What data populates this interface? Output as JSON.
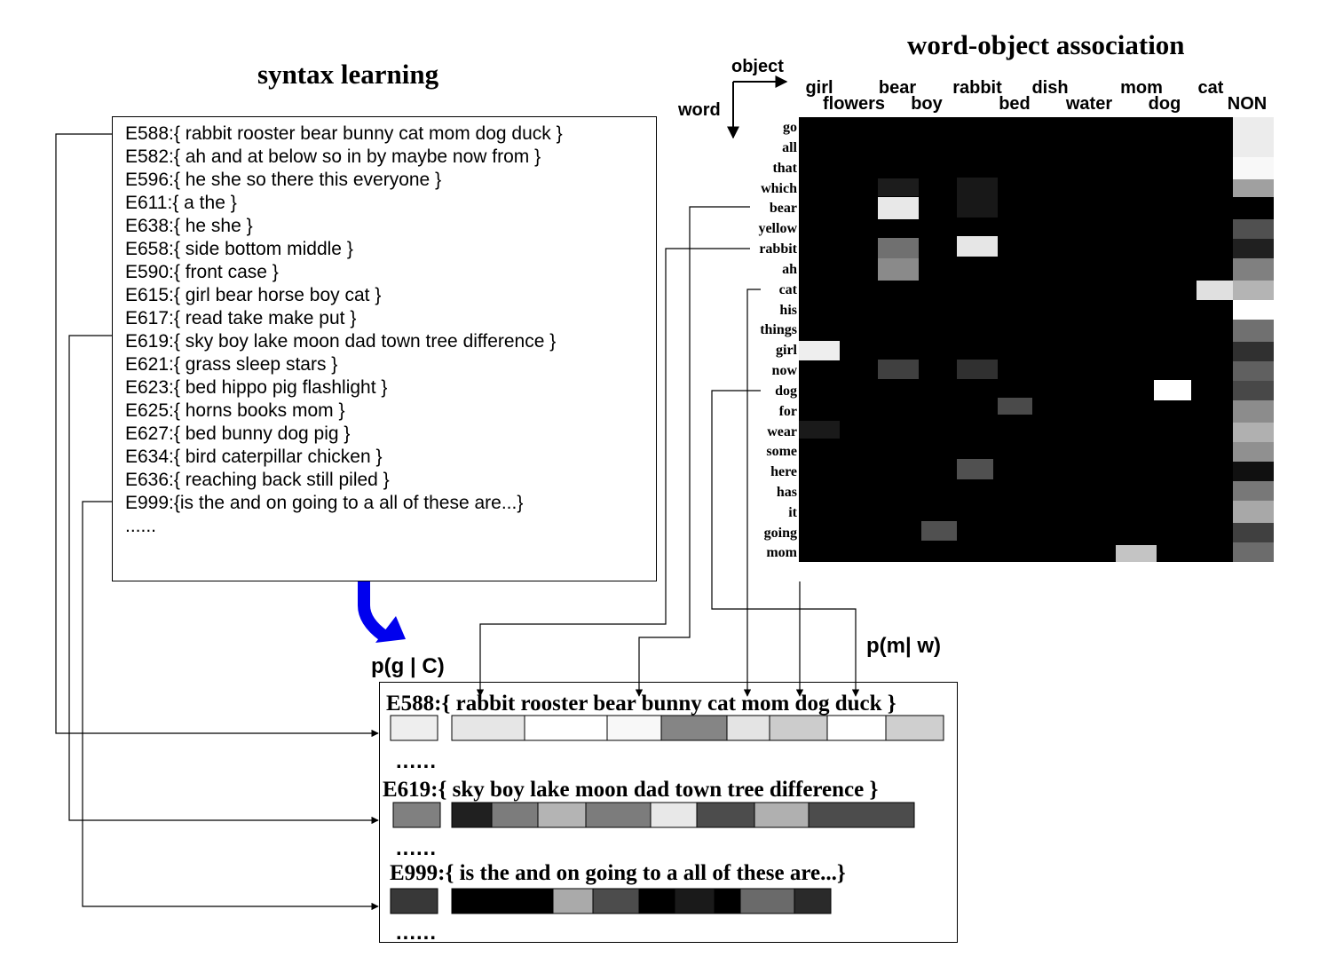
{
  "titles": {
    "syntax": "syntax learning",
    "association": "word-object association"
  },
  "axes": {
    "object": "object",
    "word": "word"
  },
  "clusters": [
    "E588:{ rabbit  rooster  bear  bunny  cat  mom  dog  duck }",
    "E582:{ ah  and  at  below so  in  by  maybe  now  from }",
    "E596:{ he  she  so  there  this  everyone }",
    "E611:{ a  the }",
    "E638:{ he  she }",
    "E658:{ side  bottom  middle }",
    "E590:{ front  case }",
    "E615:{ girl  bear  horse  boy  cat }",
    "E617:{ read  take  make  put }",
    "E619:{ sky  boy  lake  moon  dad  town  tree  difference }",
    "E621:{ grass  sleep  stars }",
    "E623:{ bed  hippo  pig  flashlight }",
    "E625:{ horns  books  mom }",
    "E627:{ bed  bunny  dog  pig }",
    "E634:{ bird  caterpillar  chicken }",
    "E636:{ reaching  back  still  piled }",
    "E999:{is the and on going to a all of these are...}",
    "......"
  ],
  "objects_top": [
    "girl",
    "bear",
    "rabbit",
    "dish",
    "mom",
    "cat"
  ],
  "objects_bottom": [
    "flowers",
    "boy",
    "bed",
    "water",
    "dog",
    "NON"
  ],
  "words": [
    "go",
    "all",
    "that",
    "which",
    "bear",
    "yellow",
    "rabbit",
    "ah",
    "cat",
    "his",
    "things",
    "girl",
    "now",
    "dog",
    "for",
    "wear",
    "some",
    "here",
    "has",
    "it",
    "going",
    "mom"
  ],
  "formulas": {
    "pgc": "p(g | C)",
    "pmw": "p(m| w)"
  },
  "results": {
    "r1": "E588:{ rabbit  rooster  bear  bunny  cat  mom  dog  duck }",
    "r2": "E619:{ sky  boy  lake  moon  dad  town  tree  difference }",
    "r3": "E999:{ is the and on going to a all of these are...}",
    "dots": "......"
  },
  "colors": {
    "heatmap_bg": "#000000",
    "arrow_blue": "#0000ee"
  },
  "bar_rows": [
    {
      "cluster_shade": 0.93,
      "shades": [
        0.9,
        1.0,
        0.97,
        0.52,
        0.9,
        0.8,
        1.0,
        0.8
      ]
    },
    {
      "cluster_shade": 0.5,
      "shades": [
        0.12,
        0.5,
        0.7,
        0.5,
        0.9,
        0.3,
        0.7,
        0.3
      ]
    },
    {
      "cluster_shade": 0.22,
      "shades": [
        0.0,
        0.68,
        0.3,
        0.0,
        0.1,
        0.0,
        0.4,
        0.12
      ]
    }
  ]
}
